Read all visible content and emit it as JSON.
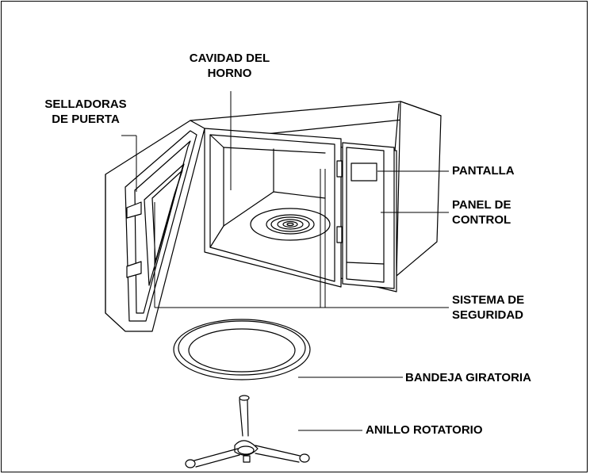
{
  "labels": {
    "oven_cavity": [
      "CAVIDAD DEL",
      "HORNO"
    ],
    "door_seals": [
      "SELLADORAS",
      "DE PUERTA"
    ],
    "display": "PANTALLA",
    "control_panel": [
      "PANEL DE",
      "CONTROL"
    ],
    "safety_system": [
      "SISTEMA DE",
      "SEGURIDAD"
    ],
    "turntable": "BANDEJA GIRATORIA",
    "roller_ring": "ANILLO ROTATORIO"
  }
}
